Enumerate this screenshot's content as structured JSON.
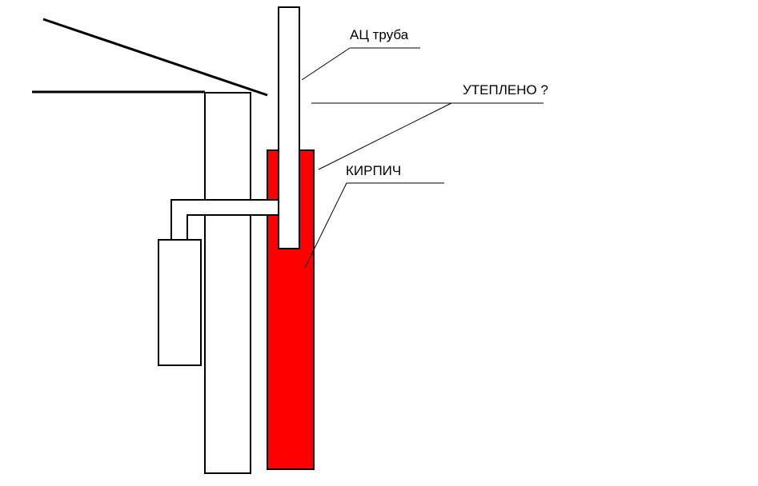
{
  "labels": {
    "asbestos_pipe": "АЦ труба",
    "insulated": "УТЕПЛЕНО ?",
    "brick": "КИРПИЧ"
  },
  "colors": {
    "brick_fill": "#ff0000",
    "stroke": "#000000",
    "background": "#ffffff"
  }
}
